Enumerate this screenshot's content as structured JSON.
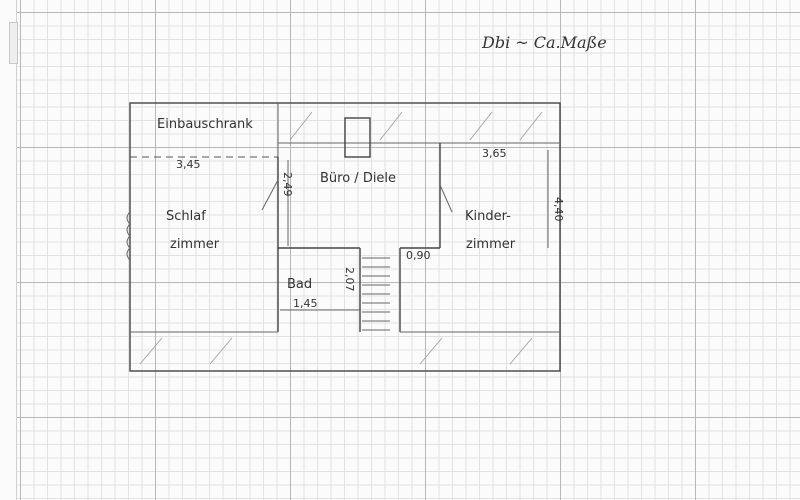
{
  "header": {
    "note": "Dbi ~ Ca.Maße"
  },
  "rooms": {
    "einbauschrank": "Einbauschrank",
    "buero_diele": "Büro / Diele",
    "schlaf_line1": "Schlaf",
    "schlaf_line2": "zimmer",
    "kinder_line1": "Kinder-",
    "kinder_line2": "zimmer",
    "bad": "Bad"
  },
  "dimensions": {
    "schlaf_width": "3,45",
    "kinder_width": "3,65",
    "kinder_depth": "4,40",
    "buero_depth": "2,49",
    "bad_width": "1,45",
    "bad_depth": "2,07",
    "stair_width": "0,90"
  }
}
